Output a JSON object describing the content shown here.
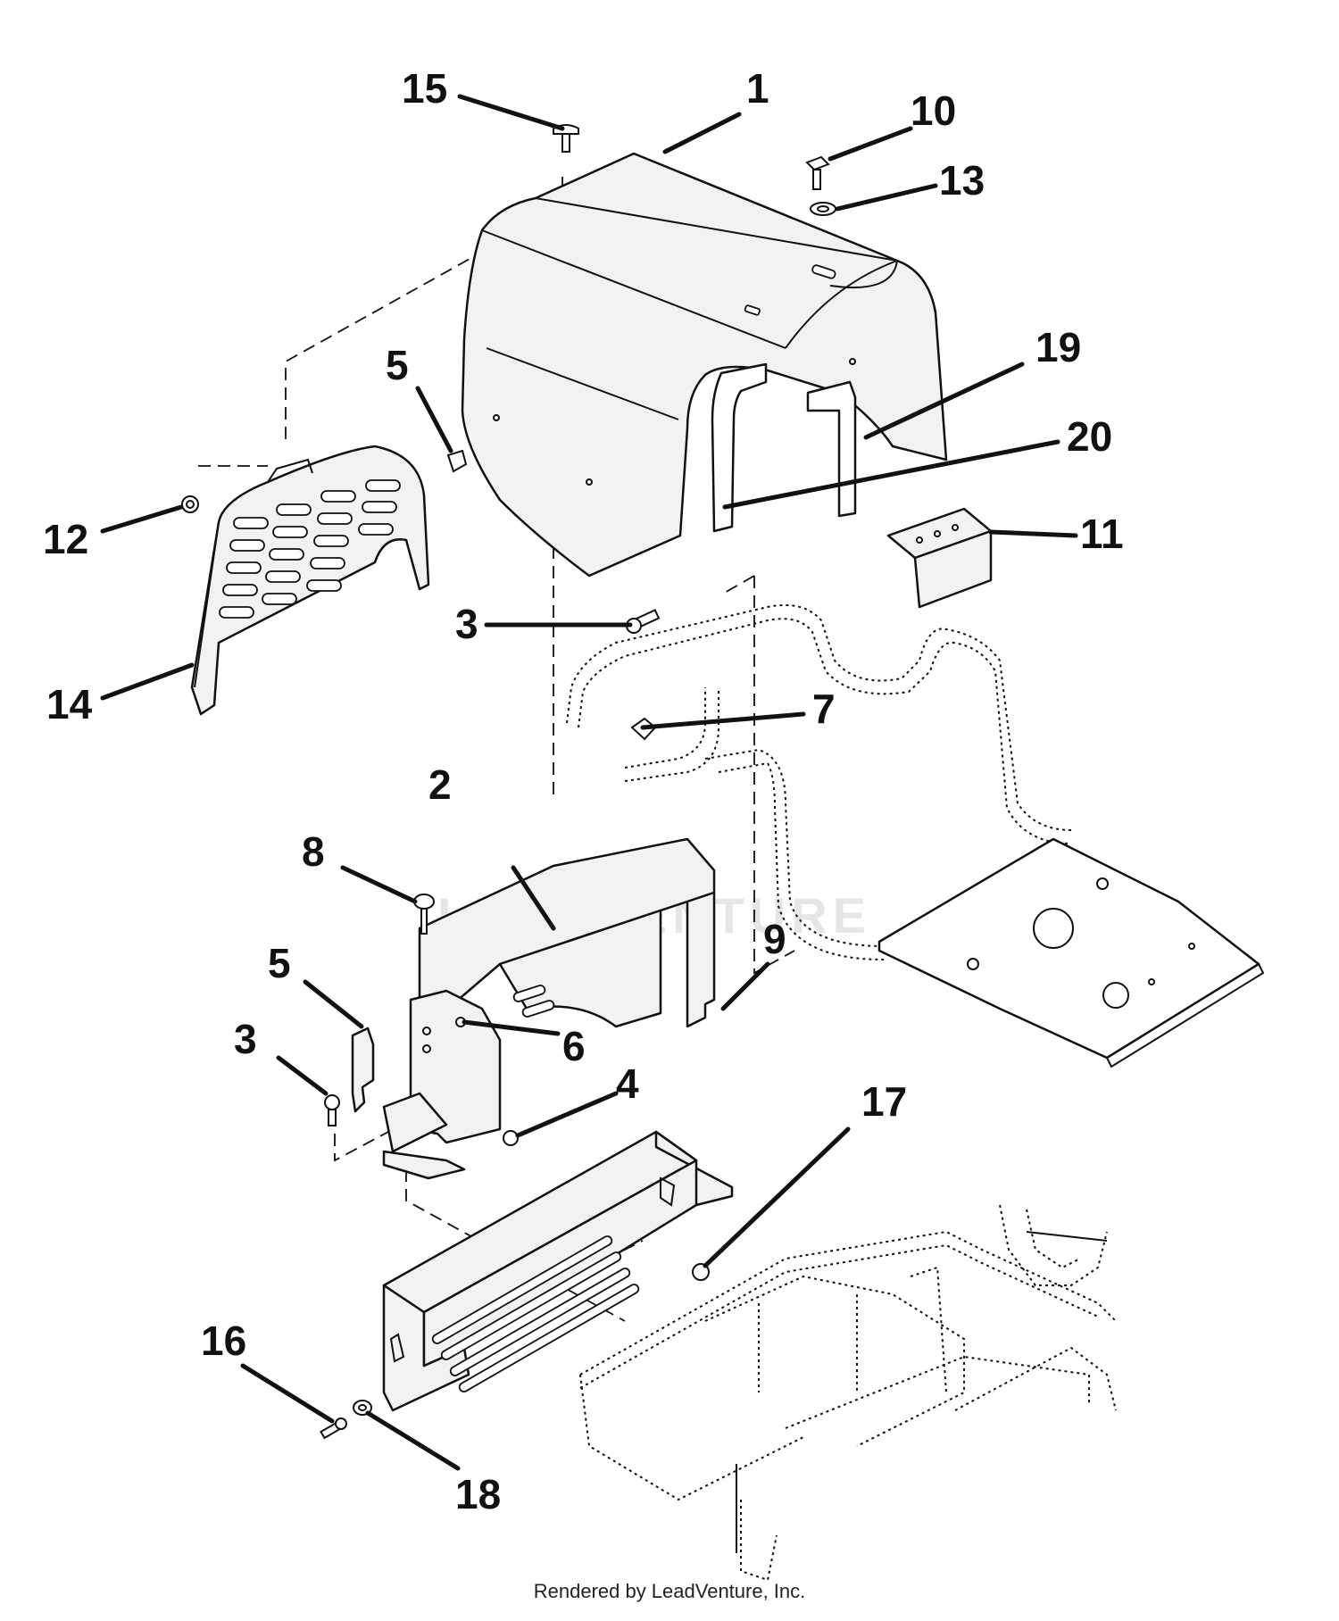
{
  "watermark": "LEADVENTURE",
  "footer": {
    "credit": "Rendered by LeadVenture, Inc."
  },
  "callouts": [
    {
      "id": "c1",
      "number": "1"
    },
    {
      "id": "c2",
      "number": "2"
    },
    {
      "id": "c3a",
      "number": "3"
    },
    {
      "id": "c3b",
      "number": "3"
    },
    {
      "id": "c4",
      "number": "4"
    },
    {
      "id": "c5a",
      "number": "5"
    },
    {
      "id": "c5b",
      "number": "5"
    },
    {
      "id": "c6",
      "number": "6"
    },
    {
      "id": "c7",
      "number": "7"
    },
    {
      "id": "c8",
      "number": "8"
    },
    {
      "id": "c9",
      "number": "9"
    },
    {
      "id": "c10",
      "number": "10"
    },
    {
      "id": "c11",
      "number": "11"
    },
    {
      "id": "c12",
      "number": "12"
    },
    {
      "id": "c13",
      "number": "13"
    },
    {
      "id": "c14",
      "number": "14"
    },
    {
      "id": "c15",
      "number": "15"
    },
    {
      "id": "c16",
      "number": "16"
    },
    {
      "id": "c17",
      "number": "17"
    },
    {
      "id": "c18",
      "number": "18"
    },
    {
      "id": "c19",
      "number": "19"
    },
    {
      "id": "c20",
      "number": "20"
    }
  ]
}
